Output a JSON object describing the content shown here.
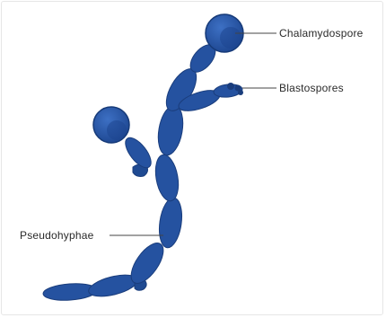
{
  "labels": {
    "chlamydospore": "Chalamydospore",
    "blastospores": "Blastospores",
    "pseudohyphae": "Pseudohyphae"
  },
  "colors": {
    "cell_fill": "#2552a0",
    "cell_edge": "#1a3d7c",
    "cell_highlight": "#3a6bc0",
    "spore_core": "#163a78",
    "label_text": "#2a2a2a",
    "leader_line": "#444444",
    "background": "#ffffff"
  }
}
